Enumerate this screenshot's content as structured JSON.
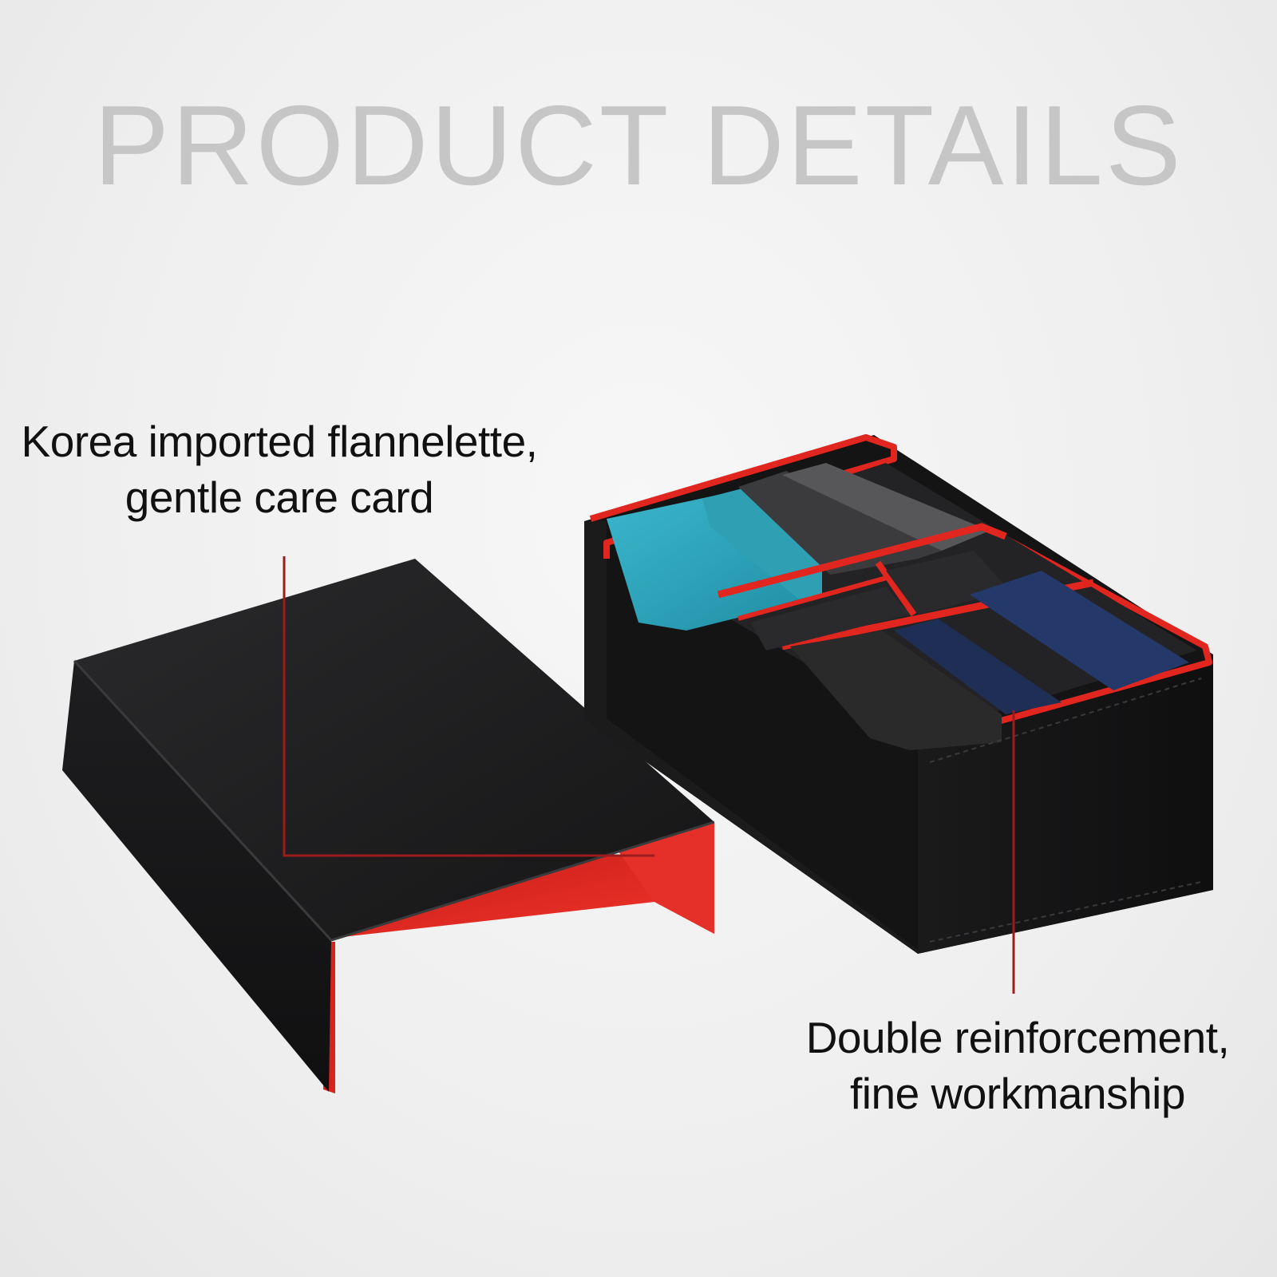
{
  "title": "PRODUCT DETAILS",
  "callouts": {
    "left": {
      "line1": "Korea imported flannelette,",
      "line2": "gentle care card"
    },
    "right": {
      "line1": "Double reinforcement,",
      "line2": "fine workmanship"
    }
  },
  "colors": {
    "leather": "#1c1c1e",
    "lining_red": "#e0261f",
    "leader_line": "#9c1c1c",
    "card_teal": "#2aa3ba",
    "card_gray": "#4a4a4a",
    "card_navy": "#1f2e55",
    "card_black": "#262626"
  }
}
